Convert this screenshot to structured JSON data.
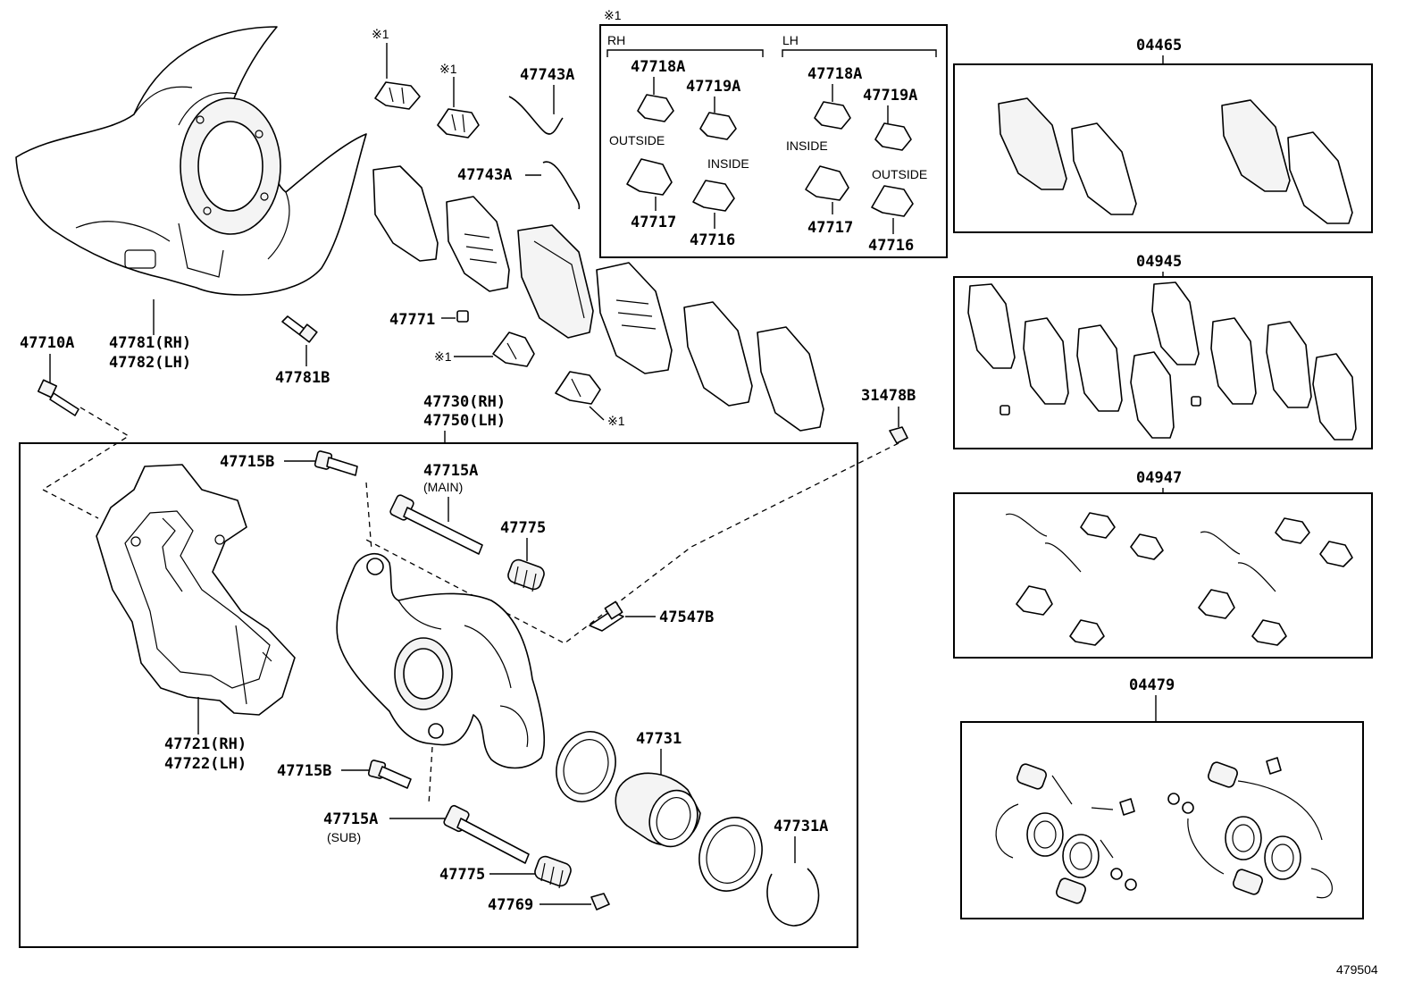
{
  "colors": {
    "line": "#000000",
    "background": "#ffffff"
  },
  "diagram_id": "479504",
  "note_mark": "※1",
  "kit_panel": {
    "rh_label": "RH",
    "lh_label": "LH",
    "rh": {
      "clip_a": "47718A",
      "clip_b": "47719A",
      "clip_c": "47717",
      "clip_d": "47716",
      "left_note": "OUTSIDE",
      "right_note": "INSIDE"
    },
    "lh": {
      "clip_a": "47718A",
      "clip_b": "47719A",
      "clip_c": "47717",
      "clip_d": "47716",
      "left_note": "INSIDE",
      "right_note": "OUTSIDE"
    }
  },
  "parts": {
    "dust_cover_rh": "47781(RH)",
    "dust_cover_lh": "47782(LH)",
    "bolt_47781b": "47781B",
    "bolt_47710a": "47710A",
    "spring_a_top": "47743A",
    "spring_a_mid": "47743A",
    "shim_47771": "47771",
    "cylinder_rh": "47730(RH)",
    "cylinder_lh": "47750(LH)",
    "plug_31478b": "31478B",
    "bolt_47715b_top": "47715B",
    "pin_main": "47715A",
    "pin_main_note": "(MAIN)",
    "boot_47775_top": "47775",
    "bleeder": "47547B",
    "mounting_rh": "47721(RH)",
    "mounting_lh": "47722(LH)",
    "bolt_47715b_low": "47715B",
    "pin_sub": "47715A",
    "pin_sub_note": "(SUB)",
    "boot_47775_low": "47775",
    "cap_47769": "47769",
    "piston": "47731",
    "seal_ring": "47731A"
  },
  "kits": {
    "pad_kit": "04465",
    "anti_squeal_kit": "04945",
    "fitting_kit": "04947",
    "cylinder_kit": "04479"
  }
}
